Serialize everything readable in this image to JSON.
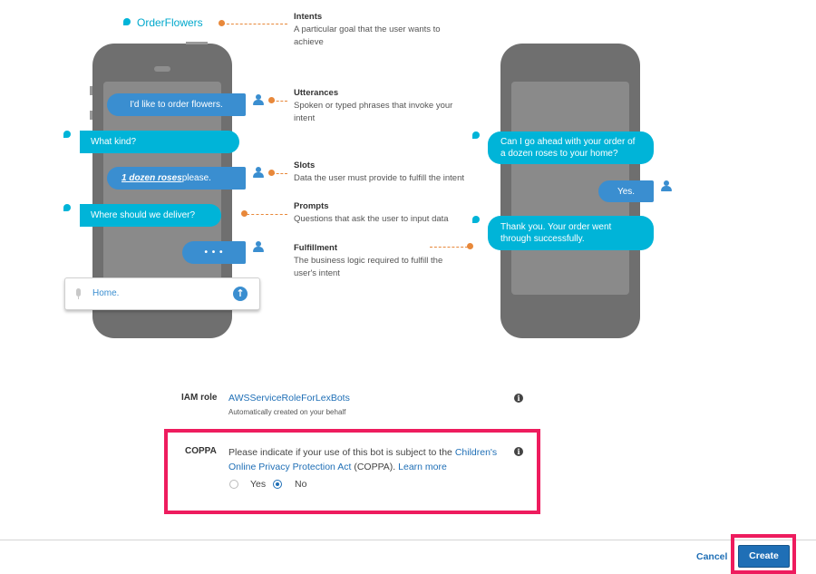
{
  "diagram": {
    "bot_name": "OrderFlowers",
    "annotations": [
      {
        "title": "Intents",
        "text": "A particular goal that the user wants to achieve"
      },
      {
        "title": "Utterances",
        "text": "Spoken or typed phrases that invoke your intent"
      },
      {
        "title": "Slots",
        "text": "Data the user must provide to fulfill the intent"
      },
      {
        "title": "Prompts",
        "text": "Questions that ask the user to input data"
      },
      {
        "title": "Fulfillment",
        "text": "The business logic required to fulfill the user's intent"
      }
    ],
    "left_chat": {
      "u1": "I'd like to order flowers.",
      "b1": "What kind?",
      "u2_slot": "1 dozen roses",
      "u2_rest": " please.",
      "b2": "Where should we deliver?",
      "typing": "• • •",
      "input_value": "Home."
    },
    "right_chat": {
      "b1": "Can I go ahead with your order of a dozen roses to your home?",
      "u1": "Yes.",
      "b2": "Thank you. Your order went through successfully."
    }
  },
  "form": {
    "iam_role": {
      "label": "IAM role",
      "value": "AWSServiceRoleForLexBots",
      "help": "Automatically created on your behalf"
    },
    "coppa": {
      "label": "COPPA",
      "text_before": "Please indicate if your use of this bot is subject to the ",
      "link": "Children's Online Privacy Protection Act",
      "text_after": " (COPPA). ",
      "learn_more": "Learn more",
      "options": [
        "Yes",
        "No"
      ],
      "selected": "No"
    }
  },
  "footer": {
    "cancel": "Cancel",
    "create": "Create"
  },
  "colors": {
    "bot_bubble": "#00b4d8",
    "user_bubble": "#3a8ed0",
    "annotation": "#e8883a",
    "highlight": "#ee1c5e",
    "primary_button": "#1f6fb6"
  }
}
